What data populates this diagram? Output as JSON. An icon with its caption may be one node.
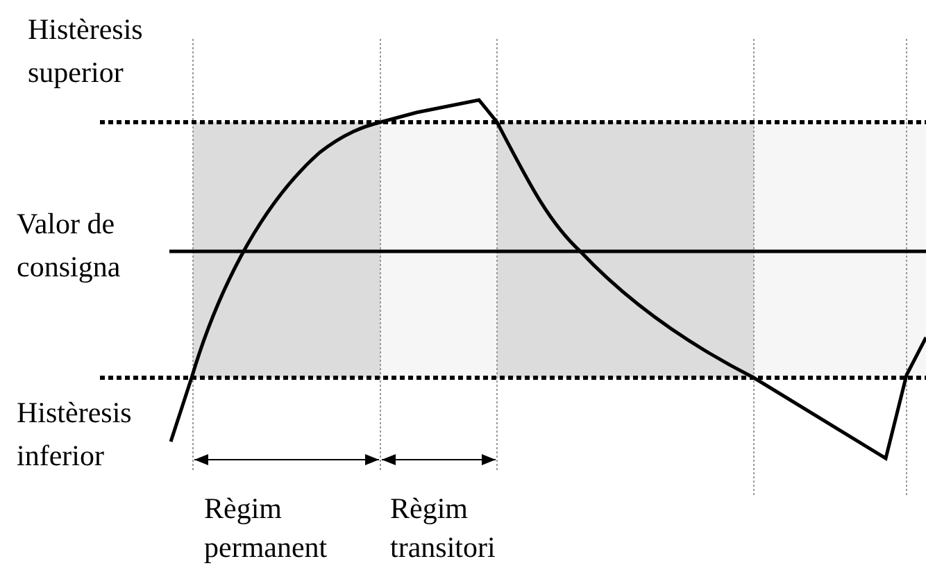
{
  "diagram": {
    "labels": [
      "Histèresis superior",
      "Valor de consigna",
      "Histèresis inferior",
      "Règim permanent",
      "Règim transitori"
    ]
  }
}
